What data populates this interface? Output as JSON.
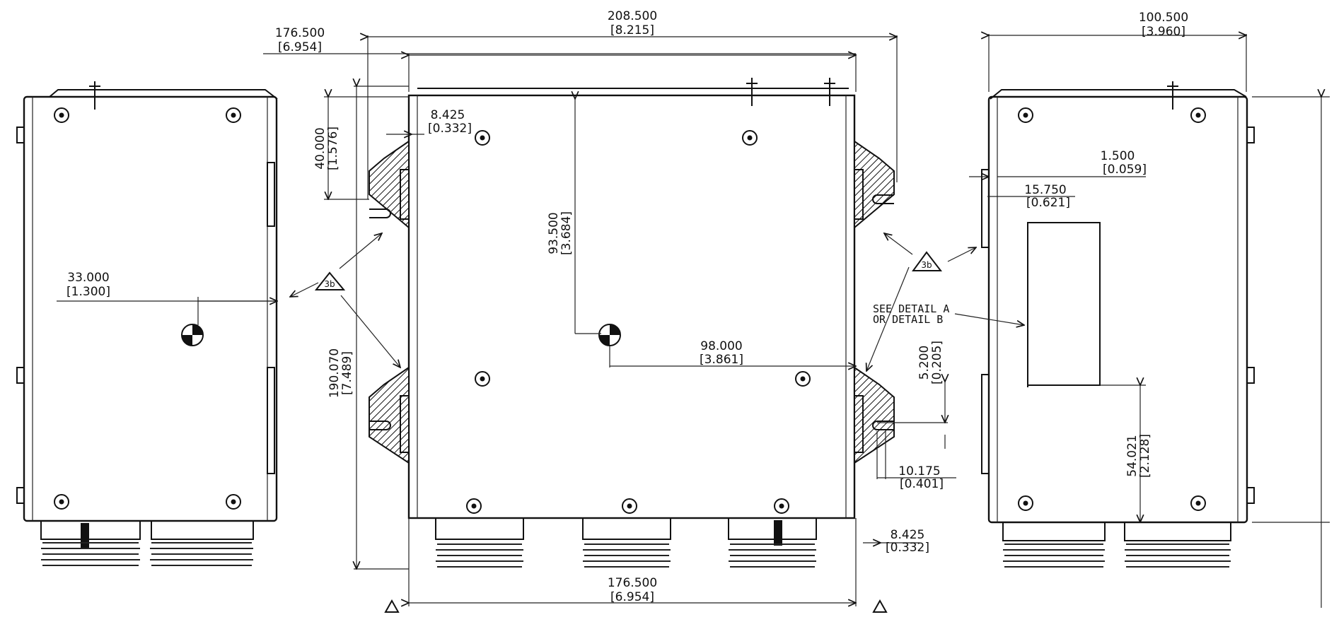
{
  "dimensions": {
    "overall_width": {
      "mm": "208.500",
      "in": "[8.215]"
    },
    "top_width": {
      "mm": "176.500",
      "in": "[6.954]"
    },
    "bottom_width": {
      "mm": "176.500",
      "in": "[6.954]"
    },
    "side_depth": {
      "mm": "100.500",
      "in": "[3.960]"
    },
    "flange_height": {
      "mm": "40.000",
      "in": "[1.576]"
    },
    "hole_offset_top": {
      "mm": "8.425",
      "in": "[0.332]"
    },
    "hole_offset_bottom": {
      "mm": "8.425",
      "in": "[0.332]"
    },
    "cg_vertical": {
      "mm": "93.500",
      "in": "[3.684]"
    },
    "cg_horizontal": {
      "mm": "98.000",
      "in": "[3.861]"
    },
    "cg_side": {
      "mm": "33.000",
      "in": "[1.300]"
    },
    "total_height": {
      "mm": "190.070",
      "in": "[7.489]"
    },
    "slot_height": {
      "mm": "5.200",
      "in": "[0.205]"
    },
    "slot_width": {
      "mm": "10.175",
      "in": "[0.401]"
    },
    "wall_thickness": {
      "mm": "1.500",
      "in": "[0.059]"
    },
    "plate_offset": {
      "mm": "15.750",
      "in": "[0.621]"
    },
    "plate_height": {
      "mm": "54.021",
      "in": "[2.128]"
    }
  },
  "notes": {
    "see_detail_line1": "SEE DETAIL A",
    "see_detail_line2": "OR DETAIL B",
    "callout_left": "3b",
    "callout_right": "3b"
  }
}
